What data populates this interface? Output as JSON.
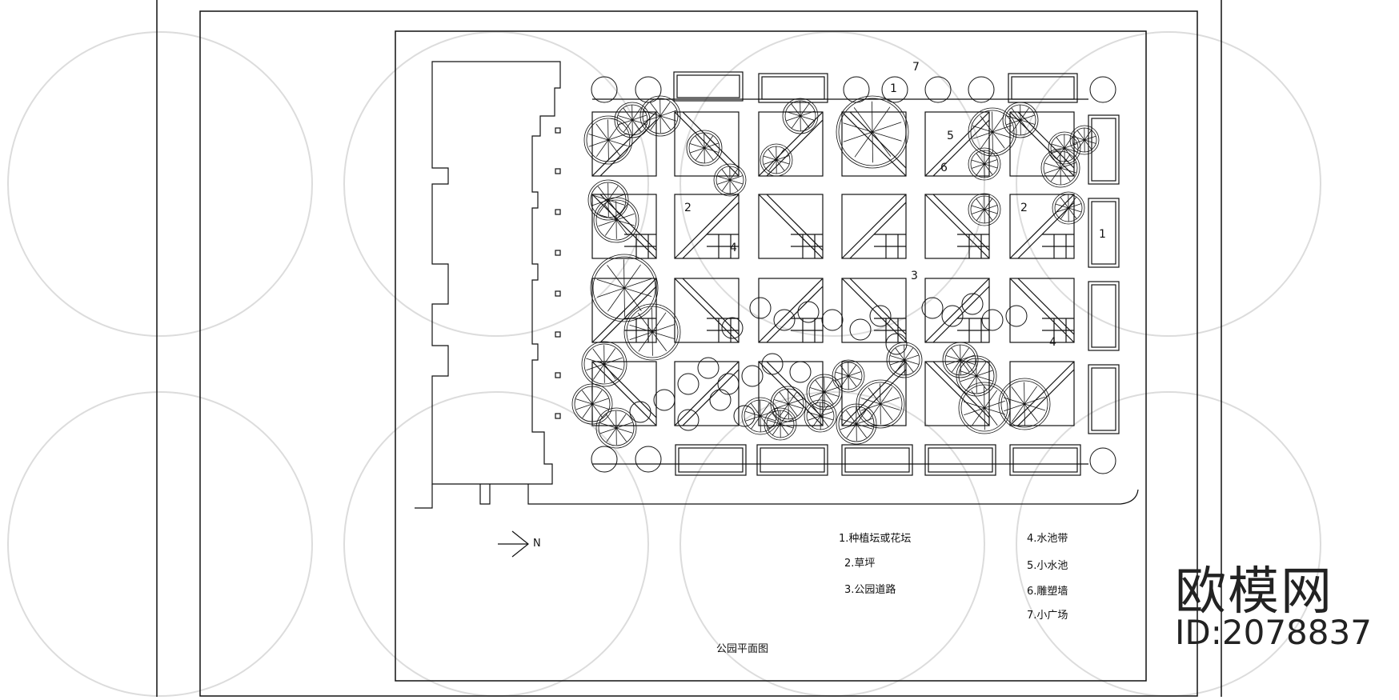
{
  "legend": [
    "1.种植坛或花坛",
    "2.草坪",
    "3.公园道路",
    "4.水池带",
    "5.小水池",
    "6.雕塑墙",
    "7.小广场"
  ],
  "plan_title": "公园平面图",
  "north_label": "N",
  "map_numbers": {
    "n7": "7",
    "n1_top": "1",
    "n2_left": "2",
    "n2_right": "2",
    "n4_a": "4",
    "n4_b": "4",
    "n3": "3",
    "n1_right": "1",
    "n5": "5",
    "n6": "6"
  },
  "brand": {
    "name": "欧模网",
    "id": "ID:2078837"
  },
  "colors": {
    "line": "#111111",
    "watermark": "#d9d9d9"
  }
}
